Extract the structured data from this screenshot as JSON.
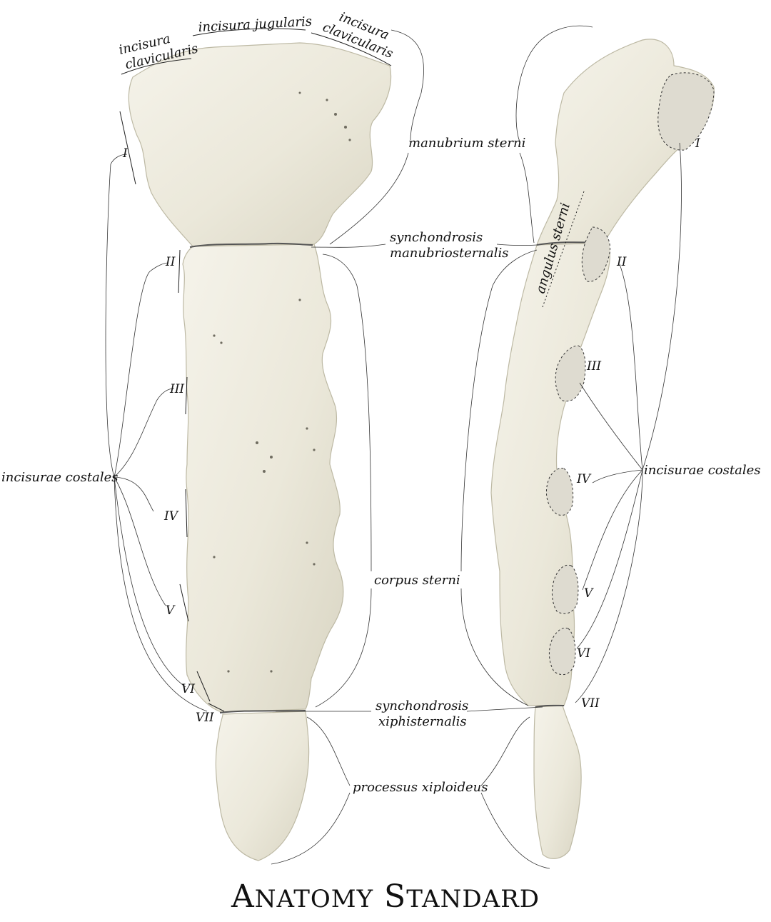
{
  "brand": {
    "first": "A",
    "first_rest": "NATOMY",
    "second": "S",
    "second_rest": "TANDARD"
  },
  "labels": {
    "incisura_clavicularis_left": [
      "incisura",
      "clavicularis"
    ],
    "incisura_jugularis": "incisura jugularis",
    "incisura_clavicularis_right": [
      "incisura",
      "clavicularis"
    ],
    "manubrium_sterni": "manubrium sterni",
    "synchondrosis_manubriosternalis": [
      "synchondrosis",
      "manubriosternalis"
    ],
    "angulus_sterni": "angulus sterni",
    "incisurae_costales_left": "incisurae costales",
    "incisurae_costales_right": "incisurae costales",
    "corpus_sterni": "corpus sterni",
    "synchondrosis_xiphisternalis": [
      "synchondrosis",
      "xiphisternalis"
    ],
    "processus_xiphoideus": "processus xiploideus"
  },
  "ribs_front": [
    "I",
    "II",
    "III",
    "IV",
    "V",
    "VI",
    "VII"
  ],
  "ribs_side": [
    "I",
    "II",
    "III",
    "IV",
    "V",
    "VI",
    "VII"
  ],
  "colors": {
    "bone": "#ece9dc",
    "bone_shadow": "#cfcbbb",
    "text": "#111111",
    "leader": "#333333"
  }
}
